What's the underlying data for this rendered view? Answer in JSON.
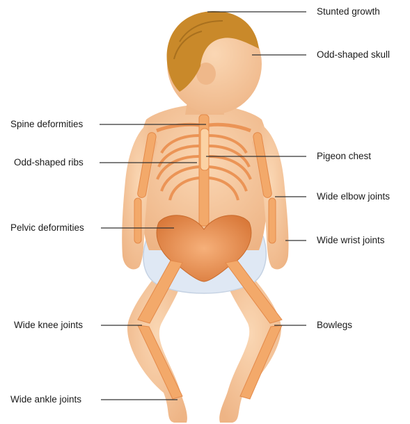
{
  "labels": {
    "stunted_growth": "Stunted growth",
    "odd_shaped_skull": "Odd-shaped skull",
    "spine_deformities": "Spine deformities",
    "pigeon_chest": "Pigeon chest",
    "odd_shaped_ribs": "Odd-shaped ribs",
    "wide_elbow_joints": "Wide elbow joints",
    "pelvic_deformities": "Pelvic deformities",
    "wide_wrist_joints": "Wide wrist joints",
    "wide_knee_joints": "Wide knee joints",
    "bowlegs": "Bowlegs",
    "wide_ankle_joints": "Wide ankle joints"
  },
  "colors": {
    "skin": "#f6c9a0",
    "skin_shadow": "#eaa878",
    "bone": "#f3a96a",
    "bone_light": "#fbd2a4",
    "pelvis": "#e58a48",
    "hair": "#c9892a",
    "diaper": "#dfe8f4",
    "leader_line": "#333333",
    "text": "#1a1a1a"
  }
}
